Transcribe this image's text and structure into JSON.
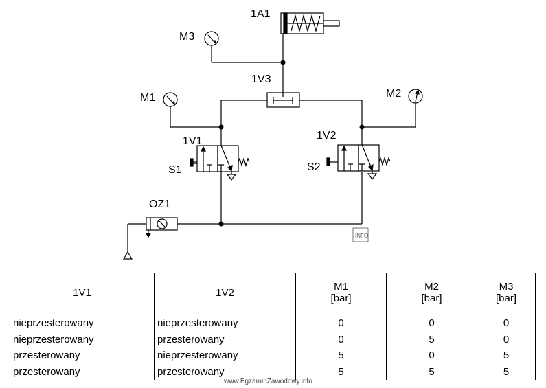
{
  "labels": {
    "cylinder": "1A1",
    "gauge_m3": "M3",
    "gauge_m1": "M1",
    "gauge_m2": "M2",
    "shuttle_valve": "1V3",
    "valve_1": "1V1",
    "valve_2": "1V2",
    "button_1": "S1",
    "button_2": "S2",
    "air_unit": "OZ1"
  },
  "table": {
    "headers": [
      {
        "line1": "1V1",
        "line2": ""
      },
      {
        "line1": "1V2",
        "line2": ""
      },
      {
        "line1": "M1",
        "line2": "[bar]"
      },
      {
        "line1": "M2",
        "line2": "[bar]"
      },
      {
        "line1": "M3",
        "line2": "[bar]"
      }
    ],
    "col_1v1": [
      "nieprzesterowany",
      "nieprzesterowany",
      "przesterowany",
      "przesterowany"
    ],
    "col_1v2": [
      "nieprzesterowany",
      "przesterowany",
      "nieprzesterowany",
      "przesterowany"
    ],
    "col_m1": [
      "0",
      "0",
      "5",
      "5"
    ],
    "col_m2": [
      "0",
      "5",
      "0",
      "5"
    ],
    "col_m3": [
      "0",
      "0",
      "5",
      "5"
    ]
  },
  "watermark": "www.EgzaminZawodowy.info"
}
